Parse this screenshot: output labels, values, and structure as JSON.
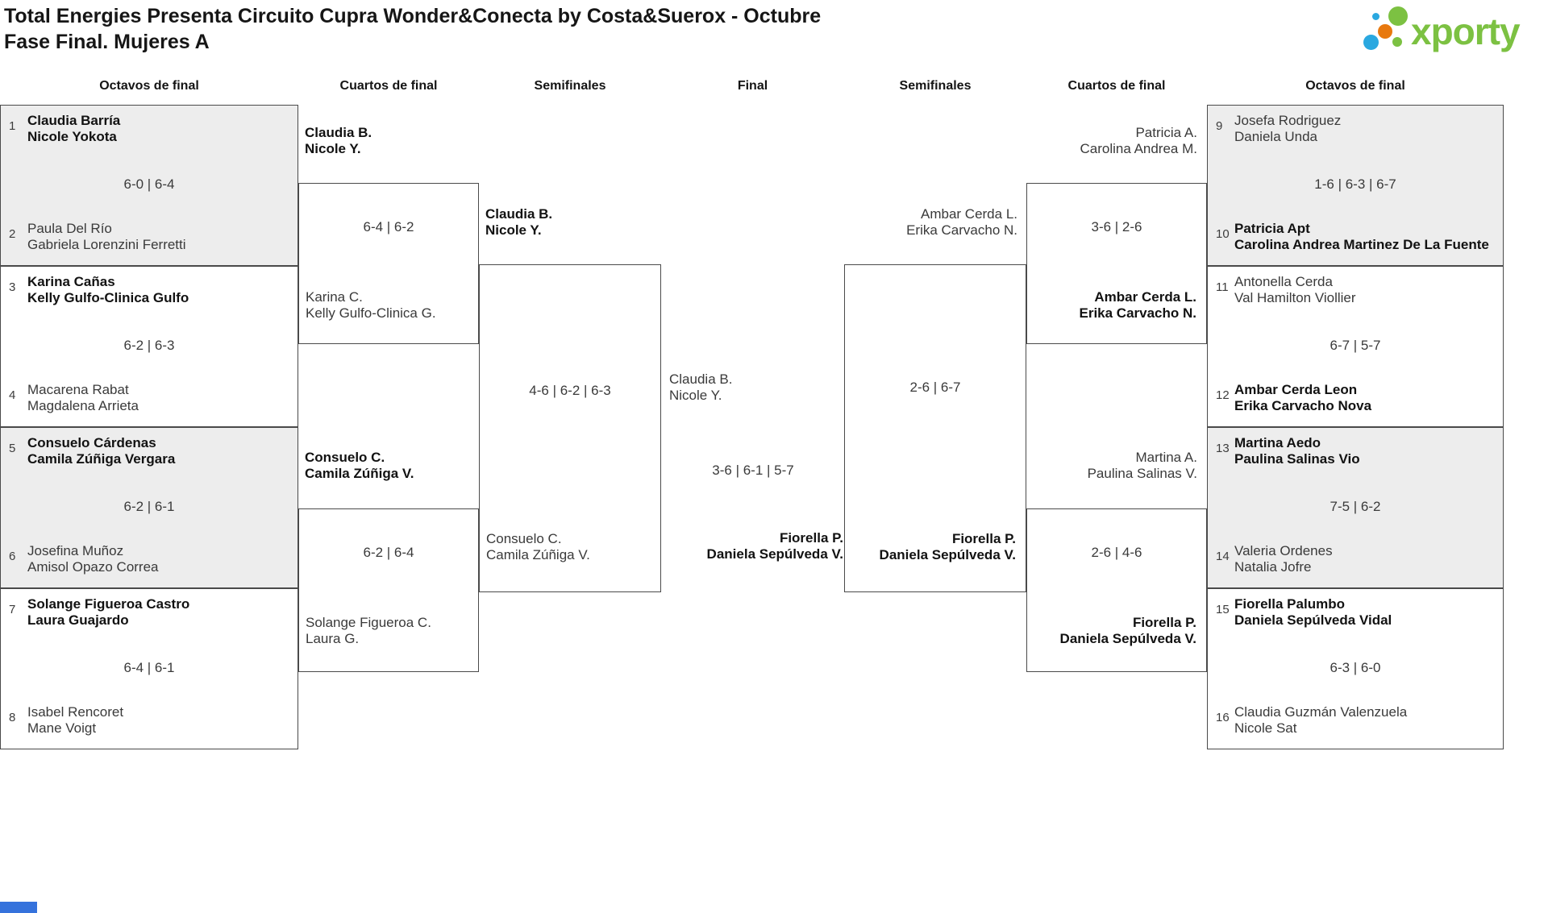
{
  "header": {
    "title_line1": "Total Energies Presenta Circuito Cupra Wonder&Conecta by Costa&Suerox - Octubre",
    "title_line2": "Fase Final. Mujeres A",
    "logo_text": "xporty"
  },
  "colors": {
    "logo_green": "#7cc142",
    "logo_blue": "#2aa8e0",
    "logo_orange": "#e8790e",
    "box_border": "#4a4a4a",
    "box_gray_fill": "#ededed",
    "bottom_bar_blue": "#3572dc"
  },
  "columns": {
    "octavos_left": "Octavos de final",
    "cuartos_left": "Cuartos de final",
    "semis_left": "Semifinales",
    "final": "Final",
    "semis_right": "Semifinales",
    "cuartos_right": "Cuartos de final",
    "octavos_right": "Octavos de final"
  },
  "bracket": {
    "r16_left": [
      {
        "seed_top": "1",
        "top1": "Claudia Barría",
        "top2": "Nicole Yokota",
        "score": "6-0 | 6-4",
        "seed_bottom": "2",
        "bottom1": "Paula Del Río",
        "bottom2": "Gabriela Lorenzini Ferretti"
      },
      {
        "seed_top": "3",
        "top1": "Karina Cañas",
        "top2": "Kelly Gulfo-Clinica Gulfo",
        "score": "6-2 | 6-3",
        "seed_bottom": "4",
        "bottom1": "Macarena Rabat",
        "bottom2": "Magdalena Arrieta"
      },
      {
        "seed_top": "5",
        "top1": "Consuelo Cárdenas",
        "top2": "Camila Zúñiga Vergara",
        "score": "6-2 | 6-1",
        "seed_bottom": "6",
        "bottom1": "Josefina Muñoz",
        "bottom2": "Amisol Opazo Correa"
      },
      {
        "seed_top": "7",
        "top1": "Solange Figueroa Castro",
        "top2": "Laura Guajardo",
        "score": "6-4 | 6-1",
        "seed_bottom": "8",
        "bottom1": "Isabel Rencoret",
        "bottom2": "Mane Voigt"
      }
    ],
    "qf_left": [
      {
        "winner1": "Claudia B.",
        "winner2": "Nicole Y.",
        "score": "6-4 | 6-2",
        "loser1": "Karina C.",
        "loser2": "Kelly Gulfo-Clinica G."
      },
      {
        "winner1": "Consuelo C.",
        "winner2": "Camila Zúñiga V.",
        "score": "6-2 | 6-4",
        "loser1": "Solange Figueroa C.",
        "loser2": "Laura G."
      }
    ],
    "sf_left": {
      "winner1": "Claudia B.",
      "winner2": "Nicole Y.",
      "score": "4-6 | 6-2 | 6-3",
      "loser1": "Consuelo C.",
      "loser2": "Camila Zúñiga V."
    },
    "final": {
      "top1": "Claudia B.",
      "top2": "Nicole Y.",
      "score": "3-6 | 6-1 | 5-7",
      "winner1": "Fiorella P.",
      "winner2": "Daniela Sepúlveda V."
    },
    "sf_right": {
      "top1": "Ambar Cerda L.",
      "top2": "Erika Carvacho N.",
      "score": "2-6 | 6-7",
      "winner1": "Fiorella P.",
      "winner2": "Daniela Sepúlveda V."
    },
    "qf_right": [
      {
        "top1": "Patricia A.",
        "top2": "Carolina Andrea M.",
        "score": "3-6 | 2-6",
        "winner1": "Ambar Cerda L.",
        "winner2": "Erika Carvacho N."
      },
      {
        "top1": "Martina A.",
        "top2": "Paulina Salinas V.",
        "score": "2-6 | 4-6",
        "winner1": "Fiorella P.",
        "winner2": "Daniela Sepúlveda V."
      }
    ],
    "r16_right": [
      {
        "seed_top": "9",
        "top1": "Josefa Rodriguez",
        "top2": "Daniela Unda",
        "score": "1-6 | 6-3 | 6-7",
        "seed_bottom": "10",
        "bottom1": "Patricia Apt",
        "bottom2": "Carolina Andrea Martinez De La Fuente"
      },
      {
        "seed_top": "11",
        "top1": "Antonella Cerda",
        "top2": "Val Hamilton Viollier",
        "score": "6-7 | 5-7",
        "seed_bottom": "12",
        "bottom1": "Ambar Cerda Leon",
        "bottom2": "Erika Carvacho Nova"
      },
      {
        "seed_top": "13",
        "top1": "Martina Aedo",
        "top2": "Paulina Salinas Vio",
        "score": "7-5 | 6-2",
        "seed_bottom": "14",
        "bottom1": "Valeria Ordenes",
        "bottom2": "Natalia Jofre"
      },
      {
        "seed_top": "15",
        "top1": "Fiorella Palumbo",
        "top2": "Daniela Sepúlveda Vidal",
        "score": "6-3 | 6-0",
        "seed_bottom": "16",
        "bottom1": "Claudia Guzmán Valenzuela",
        "bottom2": "Nicole Sat"
      }
    ]
  }
}
